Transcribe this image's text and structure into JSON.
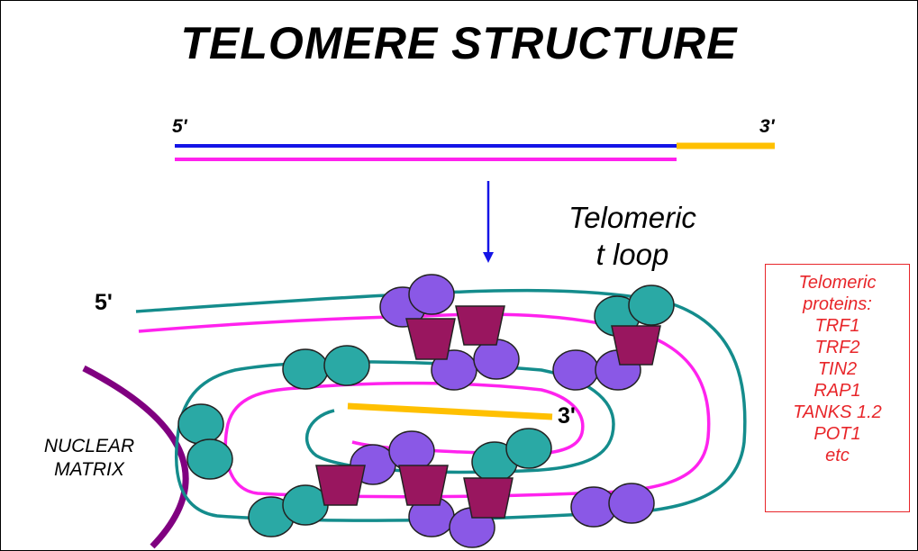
{
  "title": "TELOMERE  STRUCTURE",
  "linear": {
    "five_prime": "5'",
    "three_prime": "3'"
  },
  "loop": {
    "label_line1": "Telomeric",
    "label_line2": "t loop",
    "five_prime": "5'",
    "three_prime": "3'"
  },
  "matrix": {
    "line1": "NUCLEAR",
    "line2": "MATRIX"
  },
  "proteins": {
    "heading": [
      "Telomeric",
      "proteins:"
    ],
    "items": [
      "TRF1",
      "TRF2",
      "TIN2",
      "RAP1",
      "TANKS 1.2",
      "POT1",
      "etc"
    ]
  },
  "colors": {
    "leading_strand": "#1414e6",
    "lagging_strand": "#ff22ee",
    "overhang": "#ffc000",
    "loop_dna": "#148c8c",
    "nuclear_matrix": "#800080",
    "teal_protein": "#2aa9a5",
    "purple_protein": "#8a58e6",
    "trapezoid_protein": "#99165f",
    "arrow": "#1414e6",
    "protein_text": "#e8262a"
  }
}
